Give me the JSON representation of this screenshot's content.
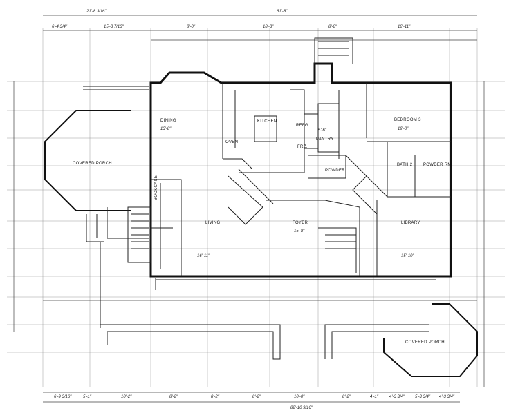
{
  "rooms": {
    "dining": {
      "name": "DINING",
      "size": "13'-8\""
    },
    "kitchen": {
      "name": "KITCHEN"
    },
    "refrigerator": "REFG.",
    "freezer": "FRZ.",
    "oven": "OVEN",
    "pantry": {
      "name": "PANTRY",
      "size": "5'-6\""
    },
    "powder": "POWDER",
    "bedroom3": {
      "name": "BEDROOM 3",
      "size": "19'-0\""
    },
    "bath2": "BATH 2",
    "powder_rm": "POWDER RM",
    "library": {
      "name": "LIBRARY",
      "size": "15'-10\""
    },
    "foyer": {
      "name": "FOYER",
      "size": "15'-8\""
    },
    "living": {
      "name": "LIVING",
      "size": "16'-11\""
    },
    "bookcase": "BOOKCASE",
    "covered_porch_left": "COVERED PORCH",
    "covered_porch_right": "COVERED PORCH"
  },
  "dimensions": {
    "top_overall_left": "21'-8 3/16\"",
    "top_overall_right": "61'-8\"",
    "top_left_a": "6'-4 3/4\"",
    "top_left_b": "15'-3 7/16\"",
    "top_b": "8'-0\"",
    "top_c": "18'-3\"",
    "top_d": "8'-8\"",
    "top_e": "18'-11\"",
    "bottom_overall": "82'-10 9/16\"",
    "bottom": [
      "6'-9 3/16\"",
      "5'-1\"",
      "10'-2\"",
      "8'-2\"",
      "8'-2\"",
      "8'-2\"",
      "10'-0\"",
      "8'-2\"",
      "4'-1\"",
      "4'-3 3/4\"",
      "5'-3 3/4\"",
      "4'-3 3/4\""
    ]
  }
}
